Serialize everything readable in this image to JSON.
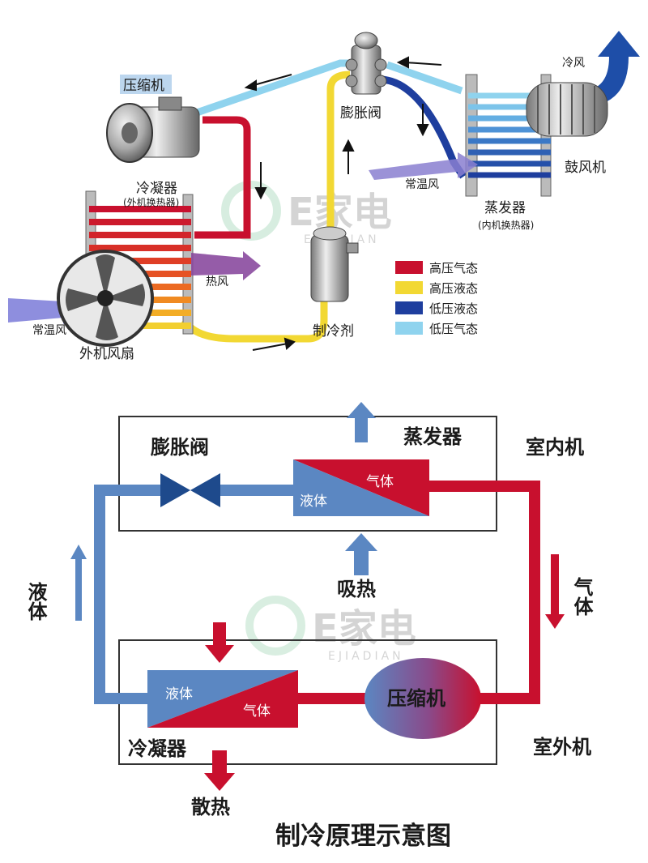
{
  "top_diagram": {
    "labels": {
      "compressor": "压缩机",
      "expansion_valve": "膨胀阀",
      "cold_wind": "冷风",
      "blower": "鼓风机",
      "normal_temp_wind_right": "常温风",
      "evaporator": "蒸发器",
      "evaporator_sub": "(内机换热器)",
      "condenser": "冷凝器",
      "condenser_sub": "(外机换热器)",
      "hot_wind": "热风",
      "normal_temp_wind_left": "常温风",
      "outdoor_fan": "外机风扇",
      "refrigerant": "制冷剂"
    },
    "legend": [
      {
        "label": "高压气态",
        "color": "#c8102e"
      },
      {
        "label": "高压液态",
        "color": "#f2d833"
      },
      {
        "label": "低压液态",
        "color": "#1e3e9e"
      },
      {
        "label": "低压气态",
        "color": "#8fd3ee"
      }
    ],
    "watermark": {
      "brand": "E家电",
      "sub": "EJIADIAN"
    }
  },
  "bottom_diagram": {
    "labels": {
      "expansion_valve": "膨胀阀",
      "evaporator": "蒸发器",
      "indoor_unit": "室内机",
      "evap_liquid": "液体",
      "evap_gas": "气体",
      "left_liquid": "液体",
      "right_gas": "气体",
      "absorb_heat": "吸热",
      "cond_liquid": "液体",
      "cond_gas": "气体",
      "compressor": "压缩机",
      "condenser": "冷凝器",
      "outdoor_unit": "室外机",
      "release_heat": "散热"
    },
    "watermark": {
      "brand": "E家电",
      "sub": "EJIADIAN"
    }
  },
  "caption": "制冷原理示意图",
  "colors": {
    "red": "#c8102e",
    "blue": "#5b87c2",
    "yellow": "#f2d833",
    "dark_blue": "#1e3e9e",
    "light_blue": "#8fd3ee"
  }
}
